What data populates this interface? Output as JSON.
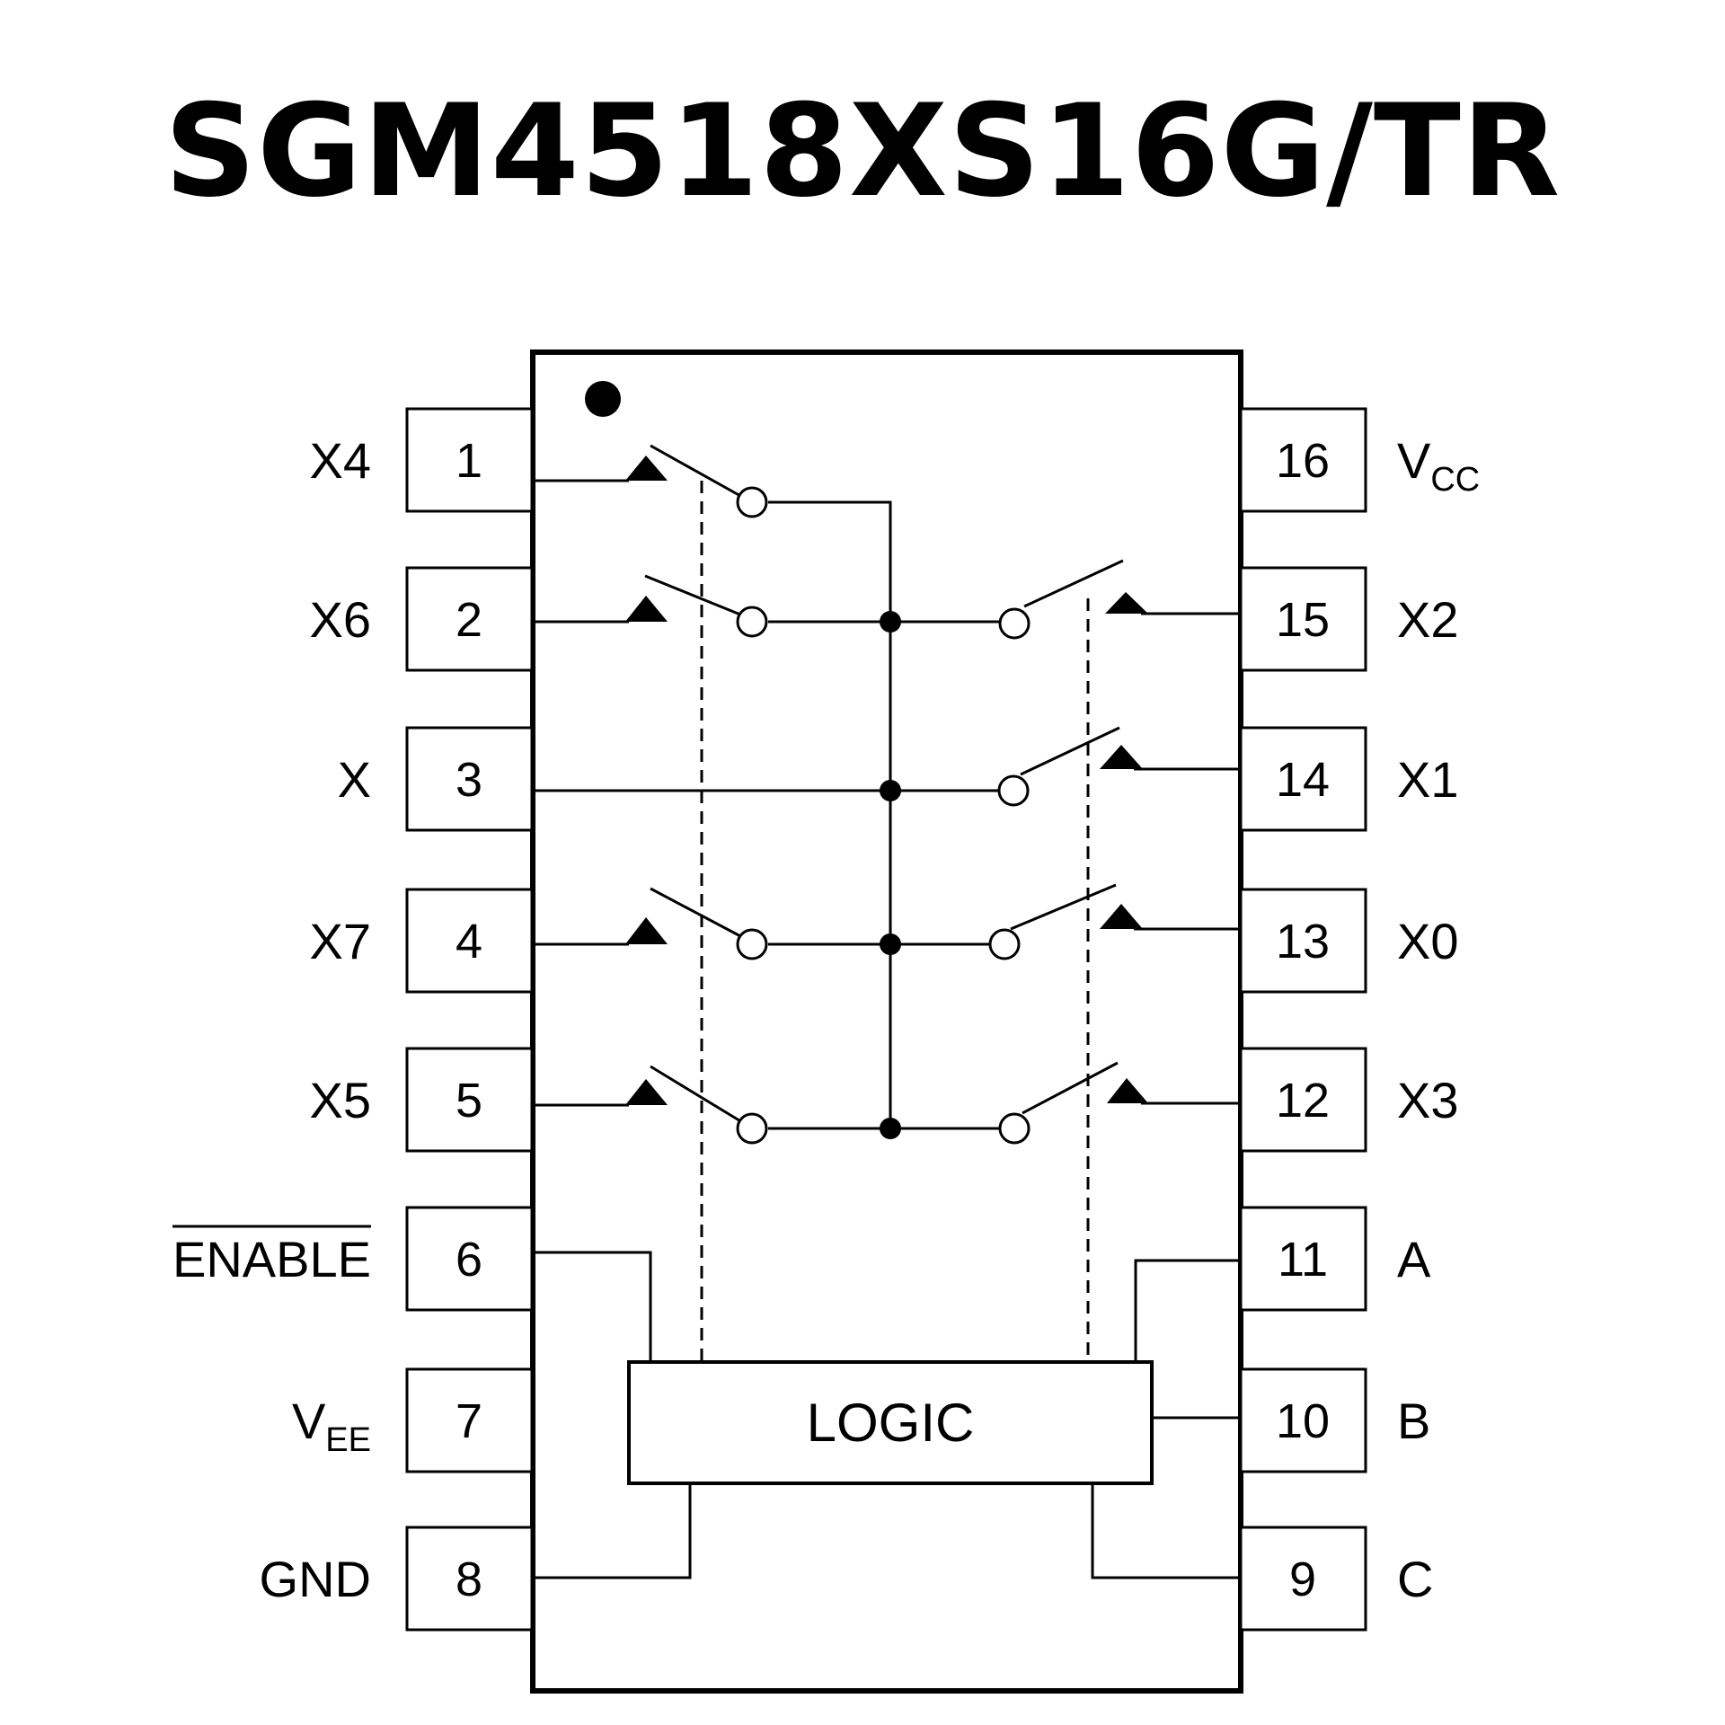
{
  "title": "SGM4518XS16G/TR",
  "colors": {
    "ink": "#000000",
    "background": "#ffffff"
  },
  "chip": {
    "orientation_mark": "pin-1-dot",
    "logic_block_label": "LOGIC",
    "left_pins": [
      {
        "number": "1",
        "name": "X4",
        "sub": ""
      },
      {
        "number": "2",
        "name": "X6",
        "sub": ""
      },
      {
        "number": "3",
        "name": "X",
        "sub": ""
      },
      {
        "number": "4",
        "name": "X7",
        "sub": ""
      },
      {
        "number": "5",
        "name": "X5",
        "sub": ""
      },
      {
        "number": "6",
        "name": "ENABLE",
        "sub": "",
        "overbar": true
      },
      {
        "number": "7",
        "name": "V",
        "sub": "EE"
      },
      {
        "number": "8",
        "name": "GND",
        "sub": ""
      }
    ],
    "right_pins": [
      {
        "number": "16",
        "name": "V",
        "sub": "CC"
      },
      {
        "number": "15",
        "name": "X2",
        "sub": ""
      },
      {
        "number": "14",
        "name": "X1",
        "sub": ""
      },
      {
        "number": "13",
        "name": "X0",
        "sub": ""
      },
      {
        "number": "12",
        "name": "X3",
        "sub": ""
      },
      {
        "number": "11",
        "name": "A",
        "sub": ""
      },
      {
        "number": "10",
        "name": "B",
        "sub": ""
      },
      {
        "number": "9",
        "name": "C",
        "sub": ""
      }
    ],
    "switches": [
      {
        "channel": "X4",
        "side": "left"
      },
      {
        "channel": "X6",
        "side": "left"
      },
      {
        "channel": "X7",
        "side": "left"
      },
      {
        "channel": "X5",
        "side": "left"
      },
      {
        "channel": "X2",
        "side": "right"
      },
      {
        "channel": "X1",
        "side": "right"
      },
      {
        "channel": "X0",
        "side": "right"
      },
      {
        "channel": "X3",
        "side": "right"
      }
    ]
  }
}
